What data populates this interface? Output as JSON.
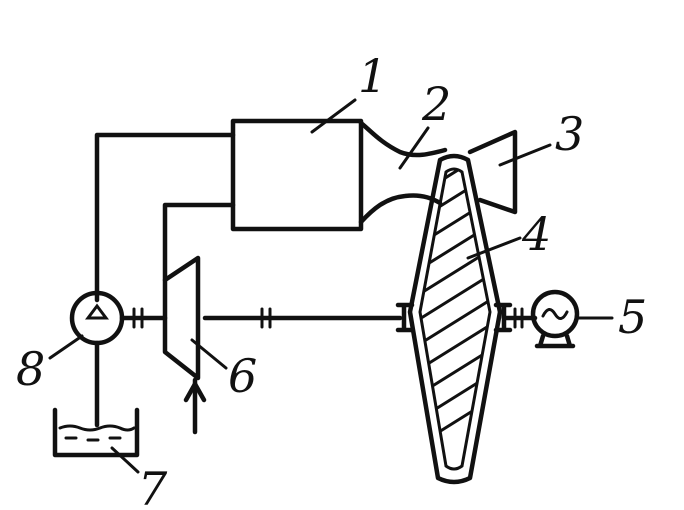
{
  "labels": {
    "n1": "1",
    "n2": "2",
    "n3": "3",
    "n4": "4",
    "n5": "5",
    "n6": "6",
    "n7": "7",
    "n8": "8"
  },
  "icons": {
    "generator": "sine-wave-icon"
  },
  "colors": {
    "ink": "#111111",
    "paper": "#ffffff"
  }
}
